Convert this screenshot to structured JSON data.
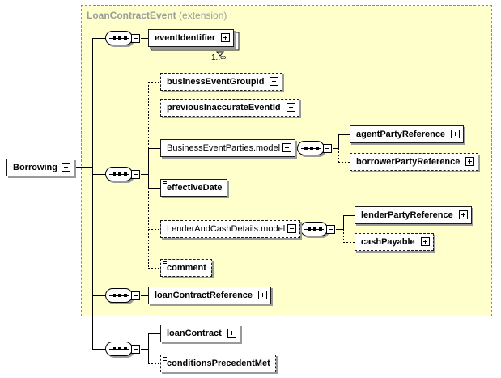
{
  "extension": {
    "name": "LoanContractEvent",
    "suffix": "(extension)"
  },
  "root": {
    "label": "Borrowing"
  },
  "elements": {
    "eventIdentifier": "eventIdentifier",
    "eventIdentifier_cardinality": "1..∞",
    "businessEventGroupId": "businessEventGroupId",
    "previousInaccurateEventId": "previousInaccurateEventId",
    "businessEventPartiesModel": "BusinessEventParties.model",
    "agentPartyReference": "agentPartyReference",
    "borrowerPartyReference": "borrowerPartyReference",
    "effectiveDate": "effectiveDate",
    "lenderAndCashDetailsModel": "LenderAndCashDetails.model",
    "lenderPartyReference": "lenderPartyReference",
    "cashPayable": "cashPayable",
    "comment": "comment",
    "loanContractReference": "loanContractReference",
    "loanContract": "loanContract",
    "conditionsPrecedentMet": "conditionsPrecedentMet"
  },
  "colors": {
    "extension_bg": "#ffffcc",
    "border": "#1a1a1a",
    "shadow": "#9a9a9a",
    "extension_title": "#9c9c9c"
  },
  "icons": {
    "compositor": "sequence-compositor-icon",
    "expand": "plus-box-icon",
    "collapse": "minus-box-icon",
    "annotation": "documentation-icon"
  }
}
